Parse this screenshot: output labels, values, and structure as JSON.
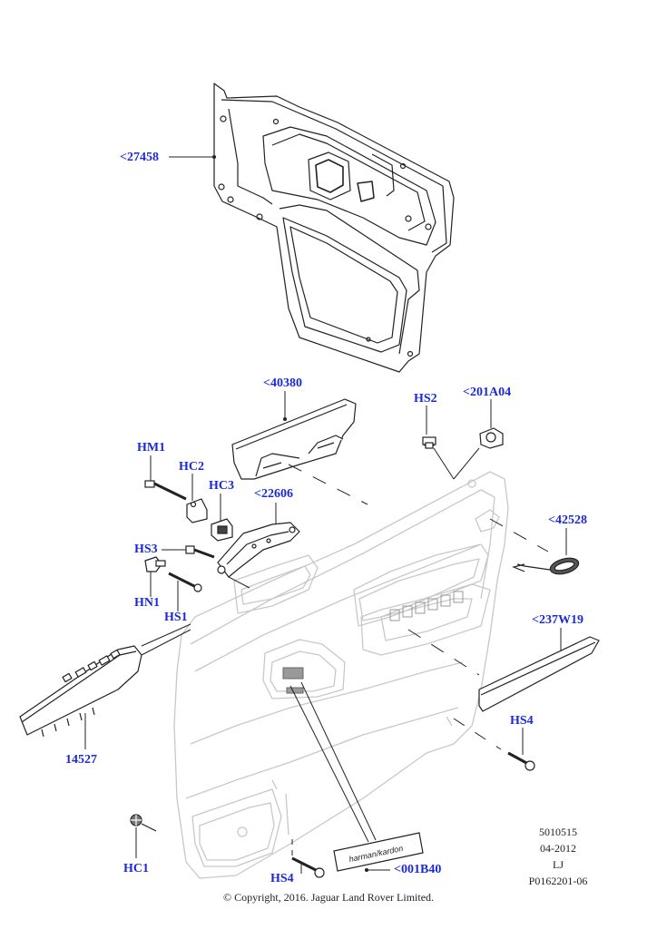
{
  "callouts": {
    "c27458": "<27458",
    "c40380": "<40380",
    "hs2_top": "HS2",
    "c201A04": "<201A04",
    "hm1": "HM1",
    "hc2": "HC2",
    "hc3": "HC3",
    "c22606": "<22606",
    "c42528": "<42528",
    "hs3": "HS3",
    "hn1": "HN1",
    "hs1": "HS1",
    "c237W19": "<237W19",
    "c14527": "14527",
    "hs4_right": "HS4",
    "hc1": "HC1",
    "hs4_bottom": "HS4",
    "c001B40": "<001B40"
  },
  "badge_text": "harman/kardon",
  "meta": {
    "line1": "5010515",
    "line2": "04-2012",
    "line3": "LJ",
    "line4": "P0162201-06"
  },
  "copyright": "© Copyright, 2016. Jaguar Land Rover Limited.",
  "colors": {
    "callout": "#1b2ad6",
    "line": "#222222",
    "ghost": "#c8c8c8"
  }
}
